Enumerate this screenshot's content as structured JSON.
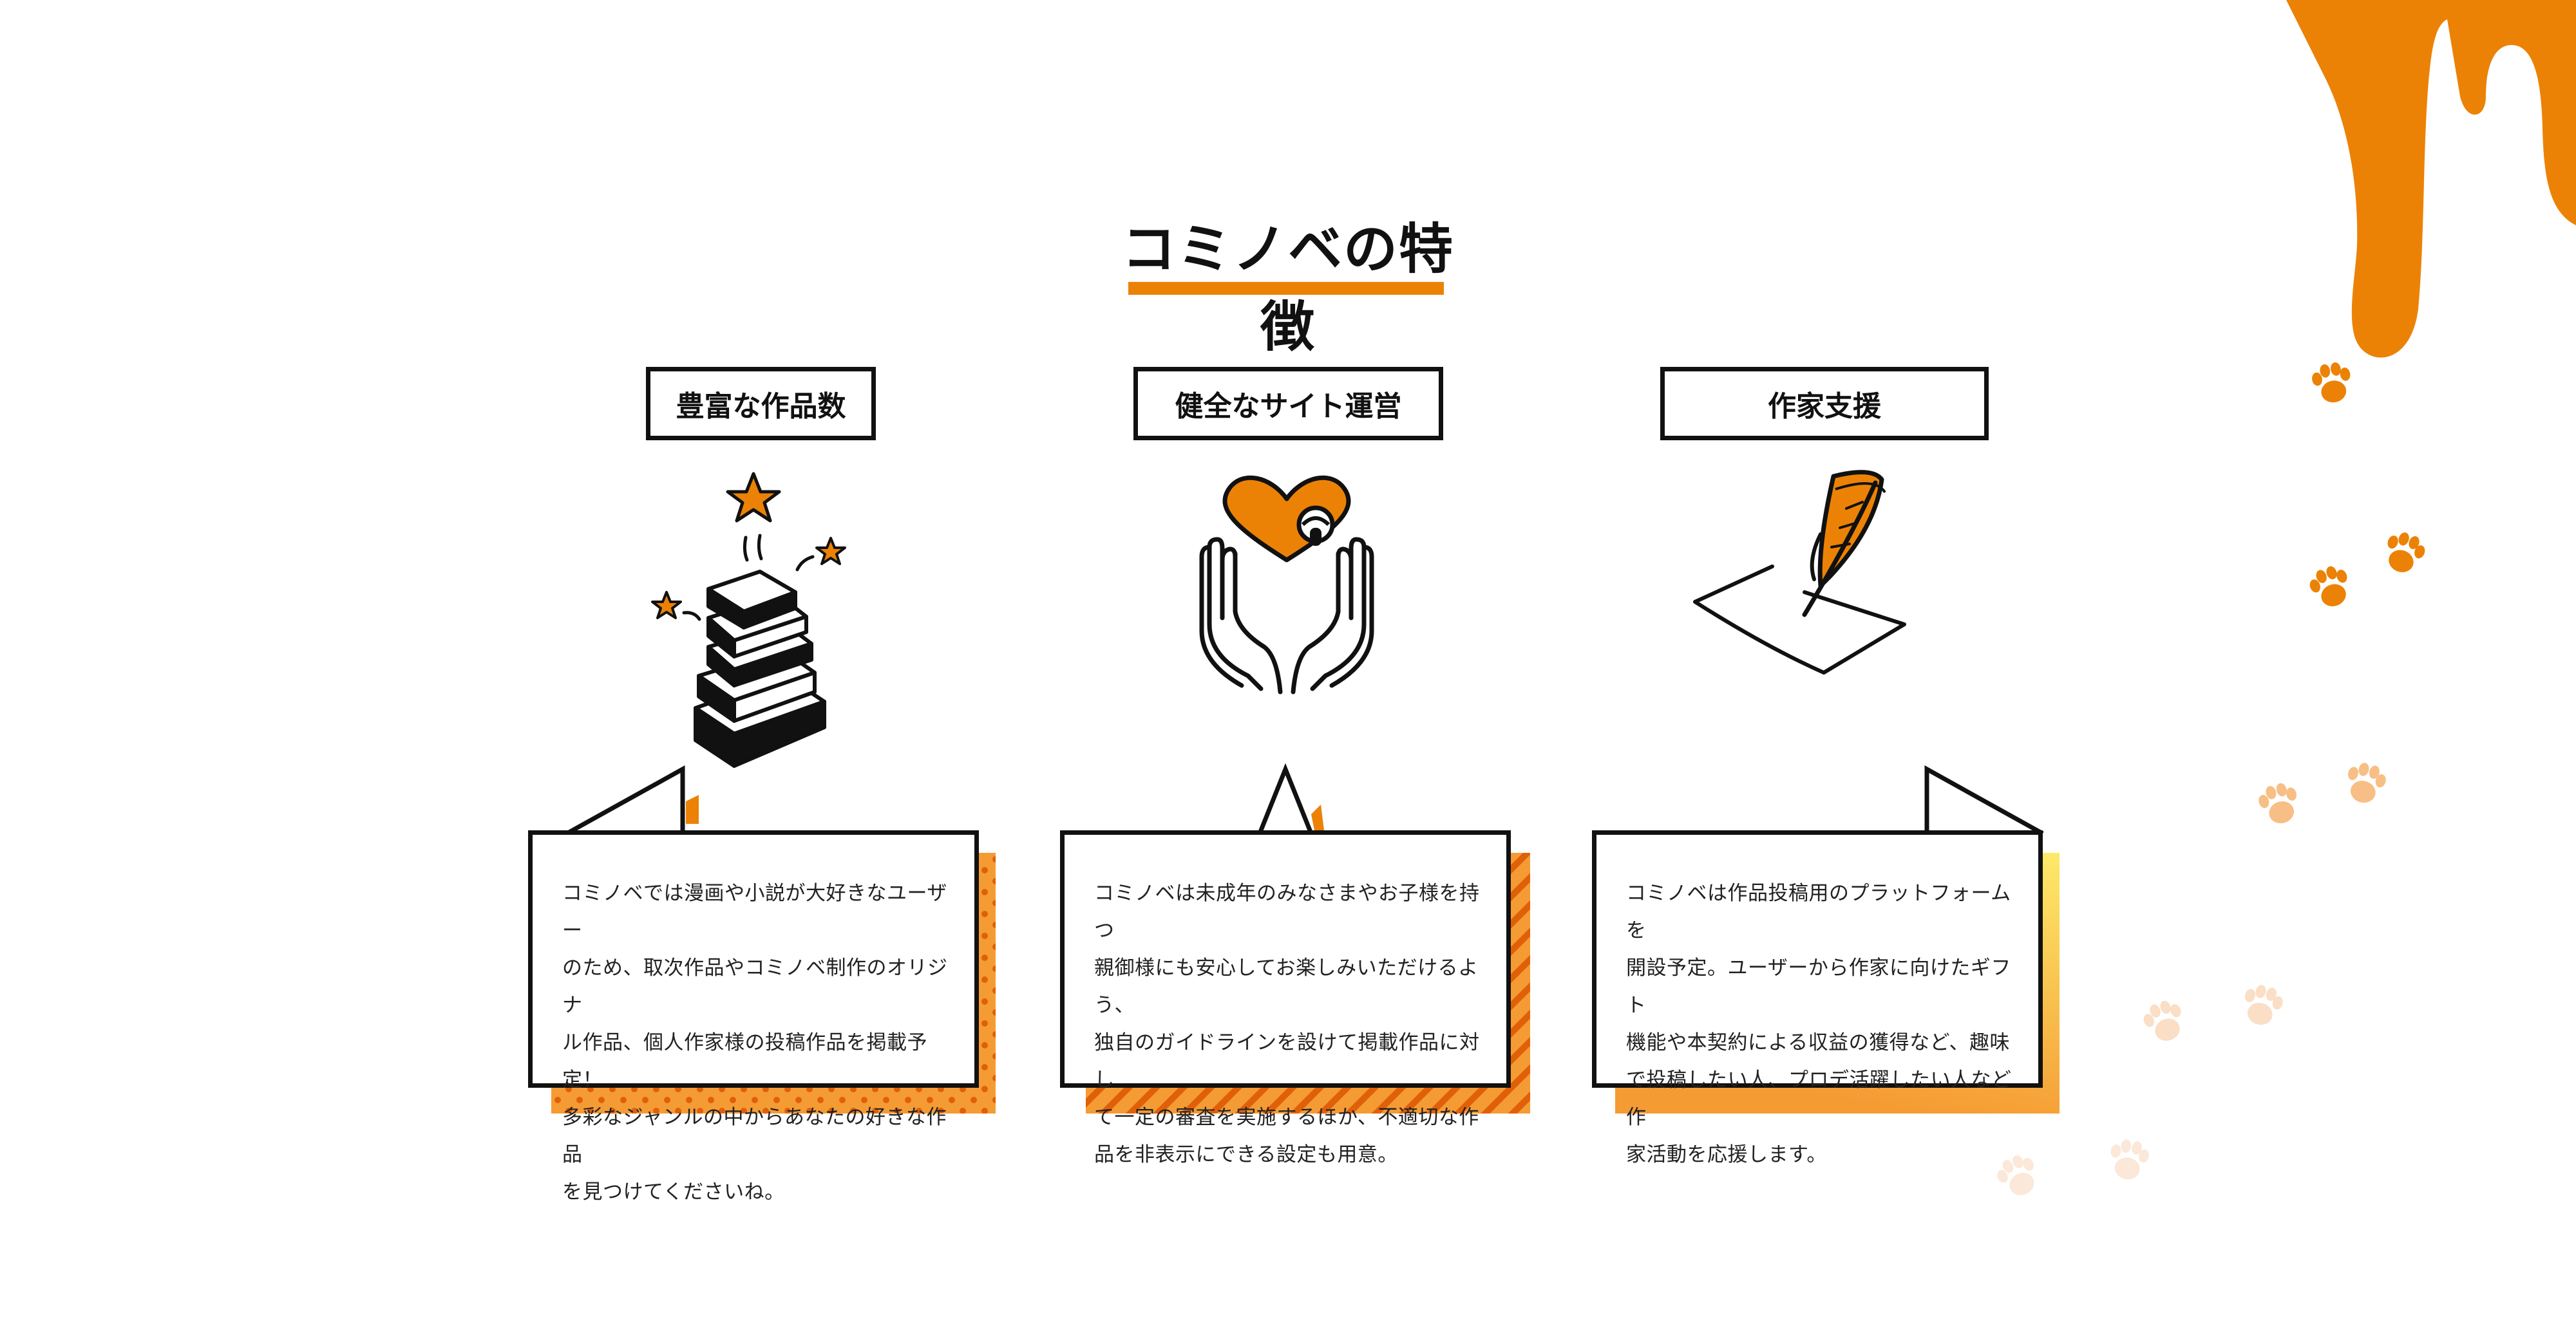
{
  "page": {
    "title": "コミノベの特徴",
    "accent_color": "#ec8205",
    "accent_light": "#f9a84a"
  },
  "features": [
    {
      "label": "豊富な作品数",
      "icon": "book-stack-icon",
      "description": "コミノベでは漫画や小説が大好きなユーザー\nのため、取次作品やコミノベ制作のオリジナ\nル作品、個人作家様の投稿作品を掲載予定！\n多彩なジャンルの中からあなたの好きな作品\nを見つけてくださいね。"
    },
    {
      "label": "健全なサイト運営",
      "icon": "hands-heart-icon",
      "description": "コミノベは未成年のみなさまやお子様を持つ\n親御様にも安心してお楽しみいただけるよう、\n独自のガイドラインを設けて掲載作品に対し\nて一定の審査を実施するほか、不適切な作\n品を非表示にできる設定も用意。"
    },
    {
      "label": "作家支援",
      "icon": "quill-paper-icon",
      "description": "コミノベは作品投稿用のプラットフォームを\n開設予定。ユーザーから作家に向けたギフト\n機能や本契約による収益の獲得など、趣味\nで投稿したい人、プロデ活躍したい人など作\n家活動を応援します。"
    }
  ]
}
